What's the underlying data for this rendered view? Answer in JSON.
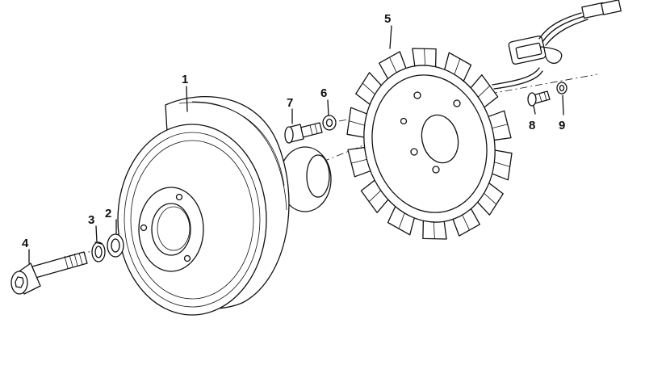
{
  "colors": {
    "line": "#111111",
    "background": "#ffffff"
  },
  "parts": [
    {
      "id": "1",
      "name": "rotor"
    },
    {
      "id": "2",
      "name": "washer"
    },
    {
      "id": "3",
      "name": "spring-washer"
    },
    {
      "id": "4",
      "name": "socket-head-bolt"
    },
    {
      "id": "5",
      "name": "stator"
    },
    {
      "id": "6",
      "name": "washer"
    },
    {
      "id": "7",
      "name": "hex-bolt"
    },
    {
      "id": "8",
      "name": "screw"
    },
    {
      "id": "9",
      "name": "washer"
    }
  ]
}
